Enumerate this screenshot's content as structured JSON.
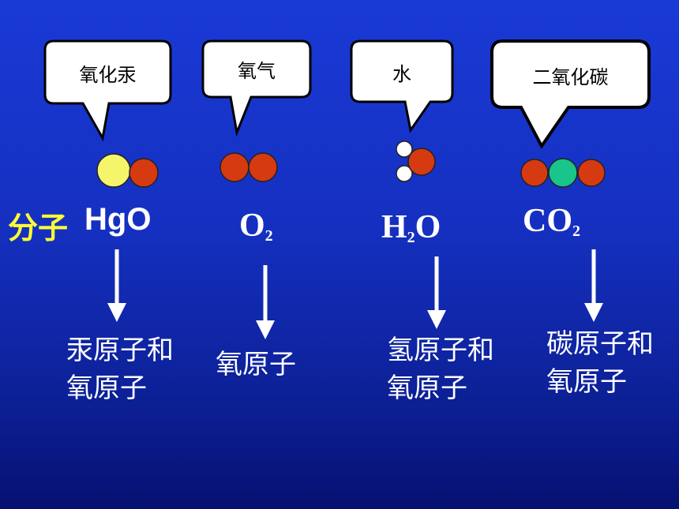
{
  "molecules_label": "分子",
  "items": [
    {
      "name": "氧化汞",
      "formula_main": "HgO",
      "atoms_line1": "汞原子和",
      "atoms_line2": "氧原子"
    },
    {
      "name": "氧气",
      "f1": "O",
      "f1sub": "2",
      "atoms_line1": "氧原子"
    },
    {
      "name": "水",
      "f1": "H",
      "f1sub": "2",
      "f2": "O",
      "atoms_line1": "氢原子和",
      "atoms_line2": "氧原子"
    },
    {
      "name": "二氧化碳",
      "f1": "CO",
      "f1sub": "2",
      "atoms_line1": "碳原子和",
      "atoms_line2": "氧原子"
    }
  ],
  "colors": {
    "mercury": "#f5f56a",
    "oxygen": "#d63a10",
    "hydrogen": "#ffffff",
    "carbon": "#19c58a"
  }
}
